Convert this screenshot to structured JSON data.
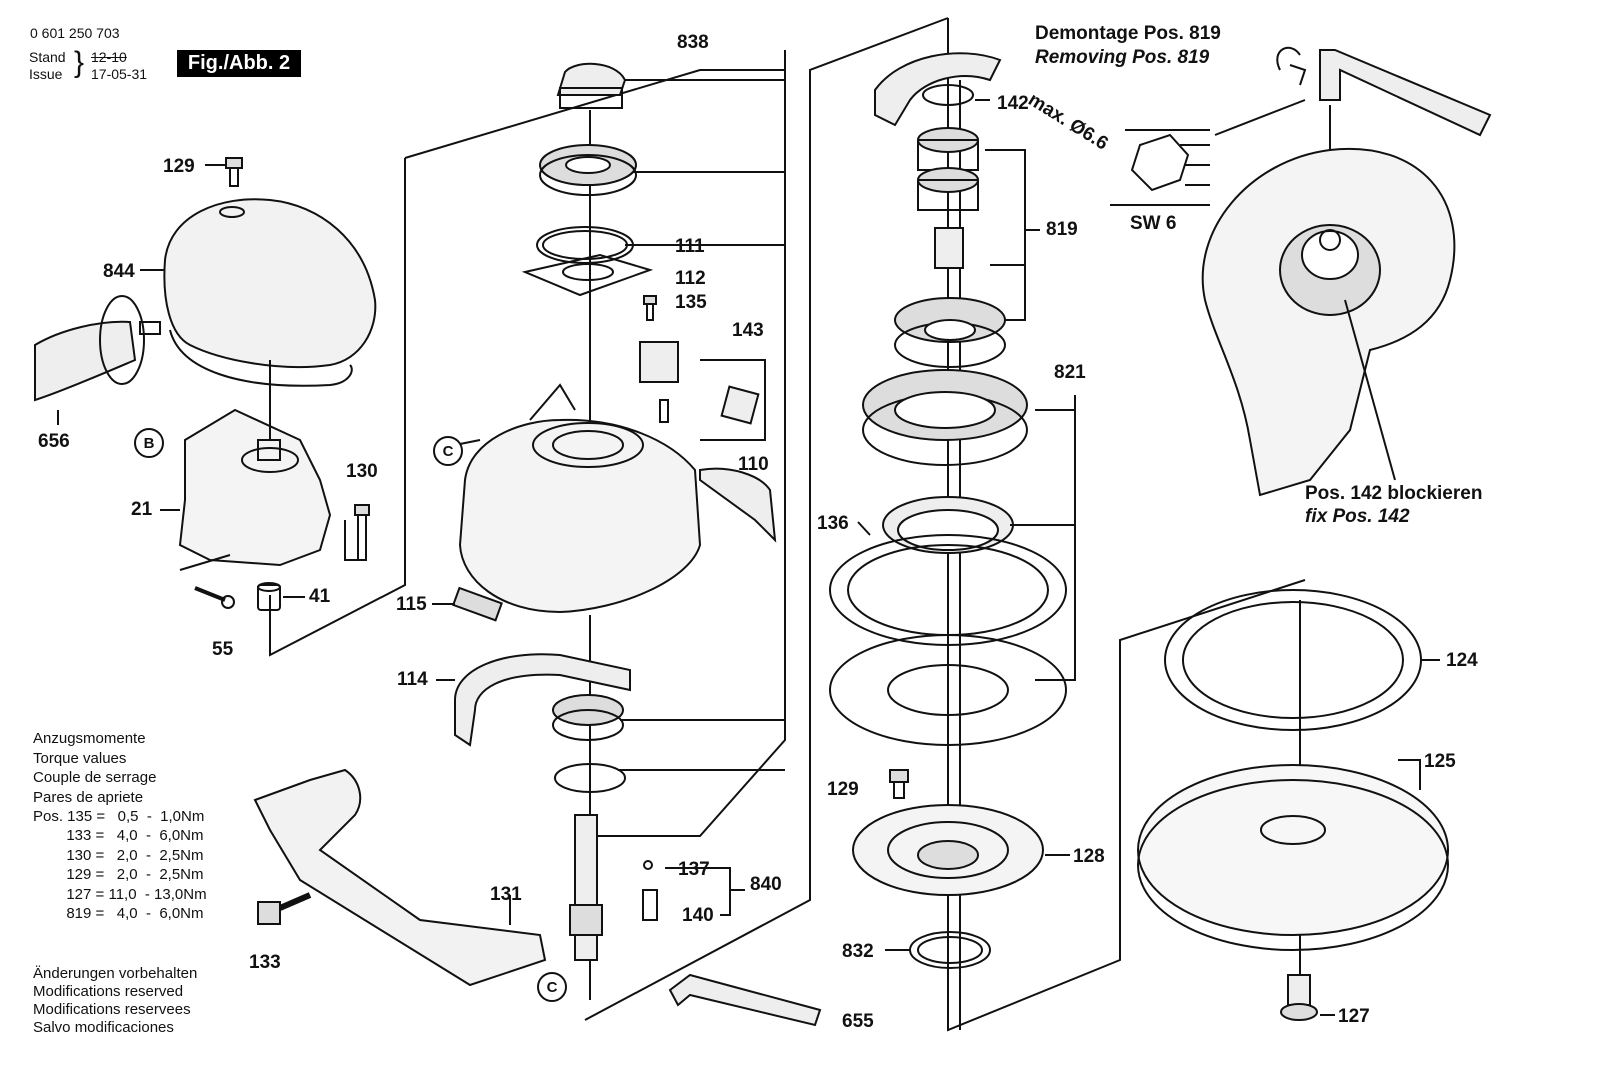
{
  "header": {
    "part_number": "0 601 250 703",
    "stand_label": "Stand",
    "stand_value": "12-10",
    "issue_label": "Issue",
    "issue_value": "17-05-31",
    "figure": "Fig./Abb. 2"
  },
  "labels": {
    "p129a": "129",
    "p844": "844",
    "p656": "656",
    "p21": "21",
    "p130": "130",
    "p41": "41",
    "p55": "55",
    "p838": "838",
    "p111": "111",
    "p112": "112",
    "p135": "135",
    "p143": "143",
    "p110": "110",
    "p115": "115",
    "p114": "114",
    "p131": "131",
    "p133": "133",
    "p137": "137",
    "p140": "140",
    "p840": "840",
    "p655": "655",
    "p142": "142",
    "p819": "819",
    "p821": "821",
    "p136": "136",
    "p129b": "129",
    "p128": "128",
    "p832": "832",
    "p124": "124",
    "p125": "125",
    "p127": "127"
  },
  "markers": {
    "b": "B",
    "c1": "C",
    "c2": "C"
  },
  "removal": {
    "title_de": "Demontage Pos. 819",
    "title_en": "Removing Pos. 819",
    "max_diameter": "max. Ø6.6",
    "wrench_size": "SW 6",
    "block_de": "Pos. 142 blockieren",
    "block_en": "fix Pos. 142"
  },
  "torque": {
    "titles": [
      "Anzugsmomente",
      "Torque values",
      "Couple de serrage",
      "Pares de apriete"
    ],
    "rows": [
      "Pos. 135 =   0,5  -  1,0Nm",
      "        133 =   4,0  -  6,0Nm",
      "        130 =   2,0  -  2,5Nm",
      "        129 =   2,0  -  2,5Nm",
      "        127 = 11,0  - 13,0Nm",
      "        819 =   4,0  -  6,0Nm"
    ]
  },
  "notice": [
    "Änderungen vorbehalten",
    "Modifications reserved",
    "Modifications reservees",
    "Salvo modificaciones"
  ],
  "colors": {
    "ink": "#111111",
    "paper": "#ffffff",
    "shade": "#d9d9d9"
  }
}
